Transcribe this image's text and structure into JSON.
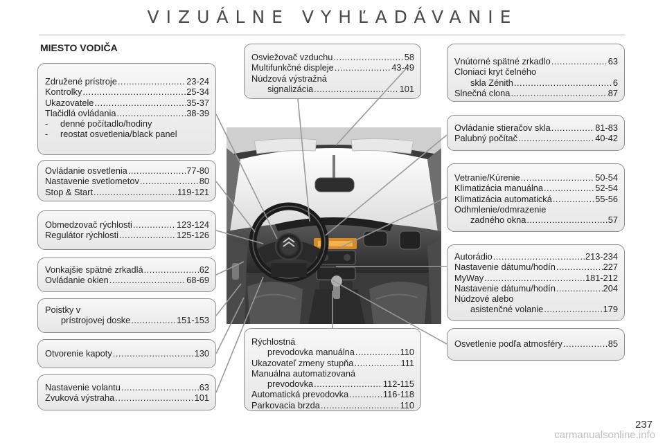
{
  "title": "VIZUÁLNE VYHĽADÁVANIE",
  "section": "MIESTO VODIČA",
  "page_number": "237",
  "watermark": "carmanualsonline.info",
  "boxes": {
    "b1": [
      {
        "label": "Združené prístroje",
        "page": "23-24"
      },
      {
        "label": "Kontrolky",
        "page": "25-34"
      },
      {
        "label": "Ukazovatele",
        "page": "35-37"
      },
      {
        "label": "Tlačidlá ovládania",
        "page": "38-39"
      },
      {
        "label": "denné počítadlo/hodiny"
      },
      {
        "label": "reostat osvetlenia/black panel"
      }
    ],
    "b2": [
      {
        "label": "Ovládanie osvetlenia",
        "page": "77-80"
      },
      {
        "label": "Nastavenie svetlometov",
        "page": "80"
      },
      {
        "label": "Stop & Start",
        "page": "119-121"
      }
    ],
    "b3": [
      {
        "label": "Obmedzovač rýchlosti",
        "page": "123-124"
      },
      {
        "label": "Regulátor rýchlosti",
        "page": "125-126"
      }
    ],
    "b4": [
      {
        "label": "Vonkajšie spätné zrkadlá",
        "page": "62"
      },
      {
        "label": "Ovládanie okien",
        "page": "68-69"
      }
    ],
    "b5": [
      {
        "label": "Poistky v"
      },
      {
        "label": "prístrojovej doske",
        "page": "151-153"
      }
    ],
    "b6": [
      {
        "label": "Otvorenie kapoty",
        "page": "130"
      }
    ],
    "b7": [
      {
        "label": "Nastavenie volantu",
        "page": "63"
      },
      {
        "label": "Zvuková výstraha",
        "page": "101"
      }
    ],
    "b8": [
      {
        "label": "Osviežovač vzduchu",
        "page": "58"
      },
      {
        "label": "Multifunkčné displeje",
        "page": "43-49"
      },
      {
        "label": "Núdzová výstražná"
      },
      {
        "label": "signalizácia",
        "page": "101"
      }
    ],
    "b9": [
      {
        "label": "Rýchlostná"
      },
      {
        "label": "prevodovka manuálna",
        "page": "110"
      },
      {
        "label": "Ukazovateľ zmeny stupňa",
        "page": "111"
      },
      {
        "label": "Manuálna automatizovaná"
      },
      {
        "label": "prevodovka",
        "page": "112-115"
      },
      {
        "label": "Automatická prevodovka",
        "page": "116-118"
      },
      {
        "label": "Parkovacia brzda",
        "page": "110"
      }
    ],
    "b10": [
      {
        "label": "Vnútorné spätné zrkadlo",
        "page": "63"
      },
      {
        "label": "Cloniaci kryt čelného"
      },
      {
        "label": "skla Zénith",
        "page": "6"
      },
      {
        "label": "Slnečná clona",
        "page": "87"
      }
    ],
    "b11": [
      {
        "label": "Ovládanie stieračov skla",
        "page": "81-83"
      },
      {
        "label": "Palubný počítač",
        "page": "40-42"
      }
    ],
    "b12": [
      {
        "label": "Vetranie/Kúrenie",
        "page": "50-54"
      },
      {
        "label": "Klimatizácia manuálna",
        "page": "52-54"
      },
      {
        "label": "Klimatizácia automatická",
        "page": "55-56"
      },
      {
        "label": "Odhmlenie/odmrazenie"
      },
      {
        "label": "zadného okna",
        "page": "57"
      }
    ],
    "b13": [
      {
        "label": "Autorádio",
        "page": "213-234"
      },
      {
        "label": "Nastavenie dátumu/hodín",
        "page": "227"
      },
      {
        "label": "MyWay",
        "page": "181-212"
      },
      {
        "label": "Nastavenie dátumu/hodín",
        "page": "204"
      },
      {
        "label": "Núdzové alebo"
      },
      {
        "label": "asistenčné volanie",
        "page": "179"
      }
    ],
    "b14": [
      {
        "label": "Osvetlenie podľa atmosféry",
        "page": "85"
      }
    ]
  }
}
